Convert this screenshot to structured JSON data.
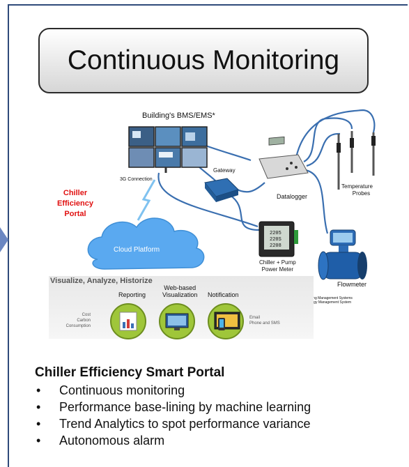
{
  "title": "Continuous Monitoring",
  "diagram": {
    "bms_label": "Building's BMS/EMS*",
    "connection_label": "3G Connection",
    "gateway_label": "Gateway",
    "datalogger_label": "Datalogger",
    "probes_label_line1": "Temperature",
    "probes_label_line2": "Probes",
    "power_meter_line1": "Chiller + Pump",
    "power_meter_line2": "Power Meter",
    "flowmeter_label": "Flowmeter",
    "portal_line1": "Chiller",
    "portal_line2": "Efficiency",
    "portal_line3": "Portal",
    "cloud_label": "Cloud Platform",
    "footnote_line1": "* BMS: Building Management Systems",
    "footnote_line2": "EMS: Energy Management System",
    "meter_readout_1": "2205",
    "meter_readout_2": "220S",
    "meter_readout_3": "2208"
  },
  "analytics": {
    "heading": "Visualize, Analyze, Historize",
    "reporting": "Reporting",
    "web_line1": "Web-based",
    "web_line2": "Visualization",
    "notification": "Notification",
    "left_line1": "Cost",
    "left_line2": "Carbon",
    "left_line3": "Consumption",
    "right_line1": "Email",
    "right_line2": "Phone and SMS"
  },
  "portal_section": {
    "heading": "Chiller Efficiency Smart Portal",
    "bullet_symbol": "•",
    "items": [
      "Continuous monitoring",
      "Performance base-lining by machine learning",
      "Trend Analytics to spot performance variance",
      "Autonomous alarm"
    ]
  },
  "colors": {
    "frame_border": "#2f4a7a",
    "cloud": "#5aa9f0",
    "portal_text": "#e01010",
    "cable": "#3a6fb0",
    "icon_green": "#9fc63a",
    "flowmeter_blue": "#1f5ea8"
  }
}
